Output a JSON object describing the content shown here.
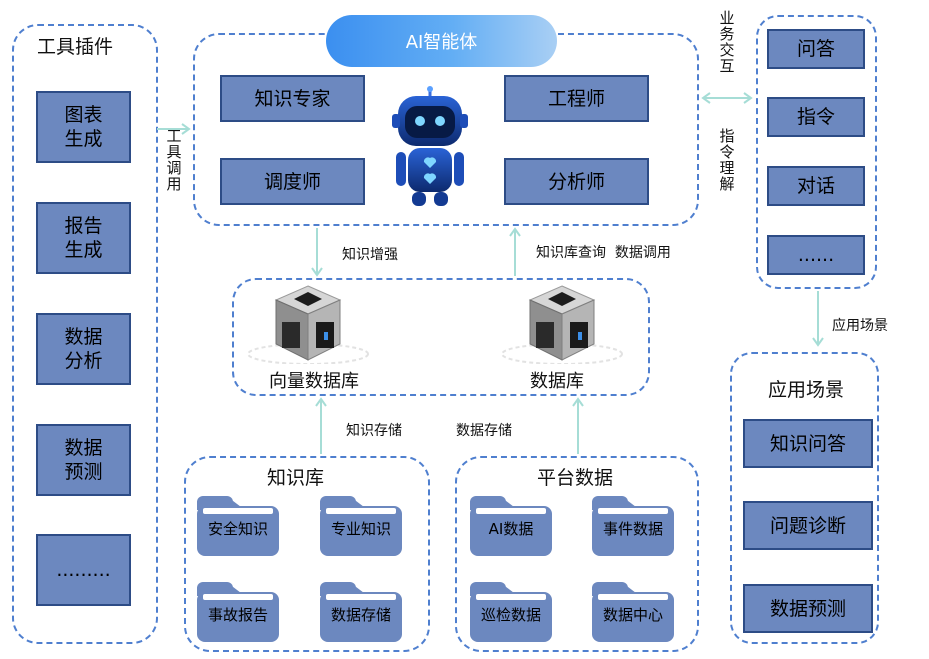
{
  "tool_plugins": {
    "title": "工具插件",
    "items": [
      "图表\n生成",
      "报告\n生成",
      "数据\n分析",
      "数据\n预测",
      "........."
    ]
  },
  "tool_call_label": "工\n具\n调\n用",
  "agent": {
    "title": "AI智能体",
    "roles": [
      "知识专家",
      "工程师",
      "调度师",
      "分析师"
    ]
  },
  "interaction": {
    "business_label": "业\n务\n交\n互",
    "instruction_label": "指\n令\n理\n解",
    "items": [
      "问答",
      "指令",
      "对话",
      "......"
    ]
  },
  "application_arrow_label": "应用场景",
  "application": {
    "title": "应用场景",
    "items": [
      "知识问答",
      "问题诊断",
      "数据预测"
    ]
  },
  "flows": {
    "knowledge_enhance": "知识增强",
    "kb_query_data_call": "知识库查询  数据调用",
    "knowledge_store": "知识存储",
    "data_store": "数据存储"
  },
  "storage": {
    "vector_db": "向量数据库",
    "database": "数据库"
  },
  "knowledge_base": {
    "title": "知识库",
    "folders": [
      "安全知识",
      "专业知识",
      "事故报告",
      "数据存储"
    ]
  },
  "platform_data": {
    "title": "平台数据",
    "folders": [
      "AI数据",
      "事件数据",
      "巡检数据",
      "数据中心"
    ]
  }
}
